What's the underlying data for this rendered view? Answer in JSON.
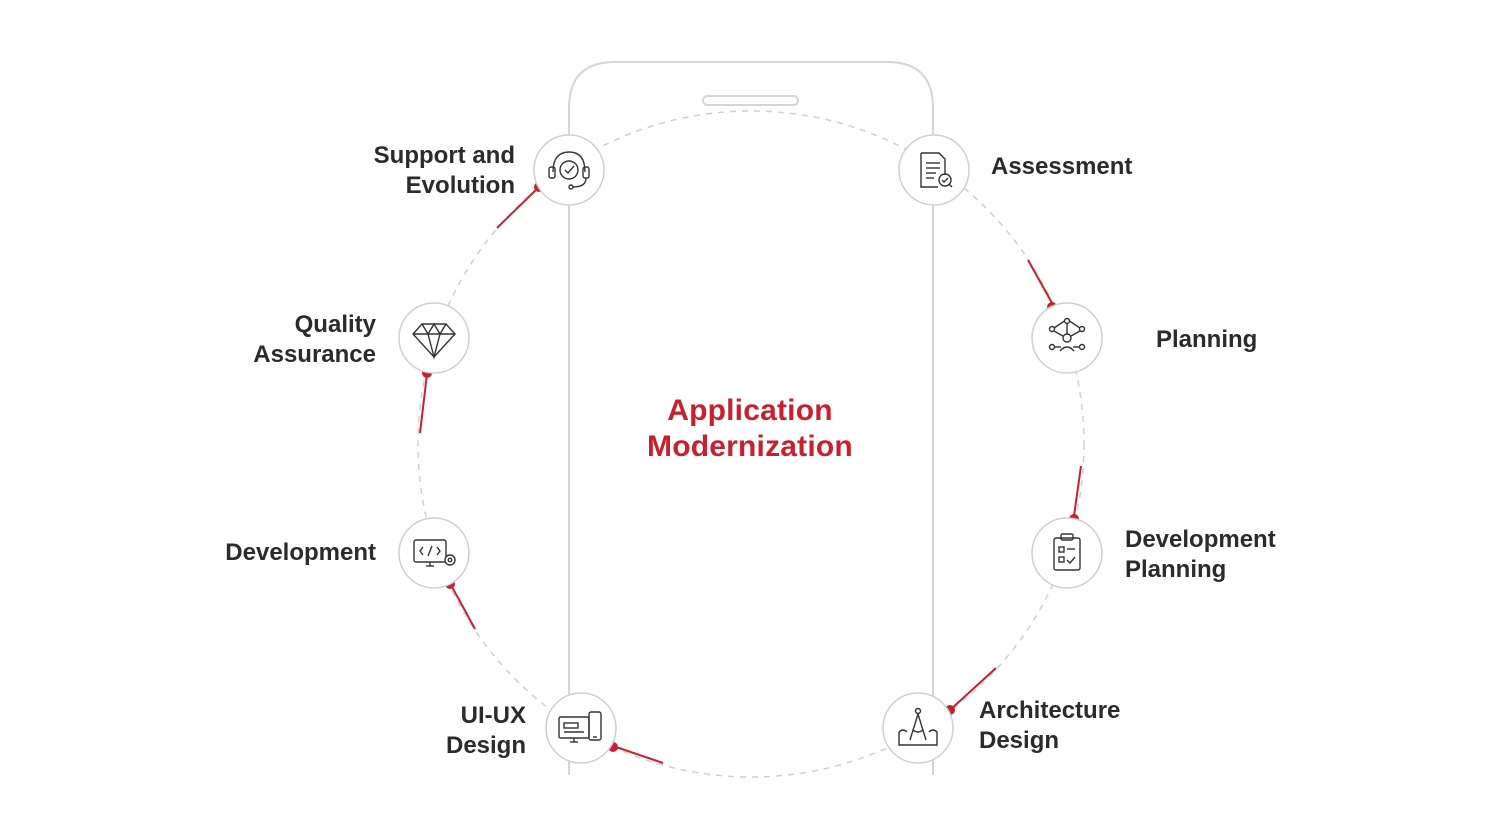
{
  "title": {
    "line1": "Application",
    "line2": "Modernization"
  },
  "colors": {
    "accent": "#c8202f",
    "text": "#2b2b2b",
    "ring": "#c9c9c9",
    "phone": "#d6d6d6"
  },
  "steps": [
    {
      "line1": "Assessment",
      "line2": "",
      "icon": "document-search-icon"
    },
    {
      "line1": "Planning",
      "line2": "",
      "icon": "network-team-icon"
    },
    {
      "line1": "Development",
      "line2": "Planning",
      "icon": "clipboard-checklist-icon"
    },
    {
      "line1": "Architecture",
      "line2": "Design",
      "icon": "blueprint-compass-icon"
    },
    {
      "line1": "UI-UX",
      "line2": "Design",
      "icon": "devices-icon"
    },
    {
      "line1": "Development",
      "line2": "",
      "icon": "code-monitor-icon"
    },
    {
      "line1": "Quality",
      "line2": "Assurance",
      "icon": "diamond-icon"
    },
    {
      "line1": "Support and",
      "line2": "Evolution",
      "icon": "headset-icon"
    }
  ]
}
